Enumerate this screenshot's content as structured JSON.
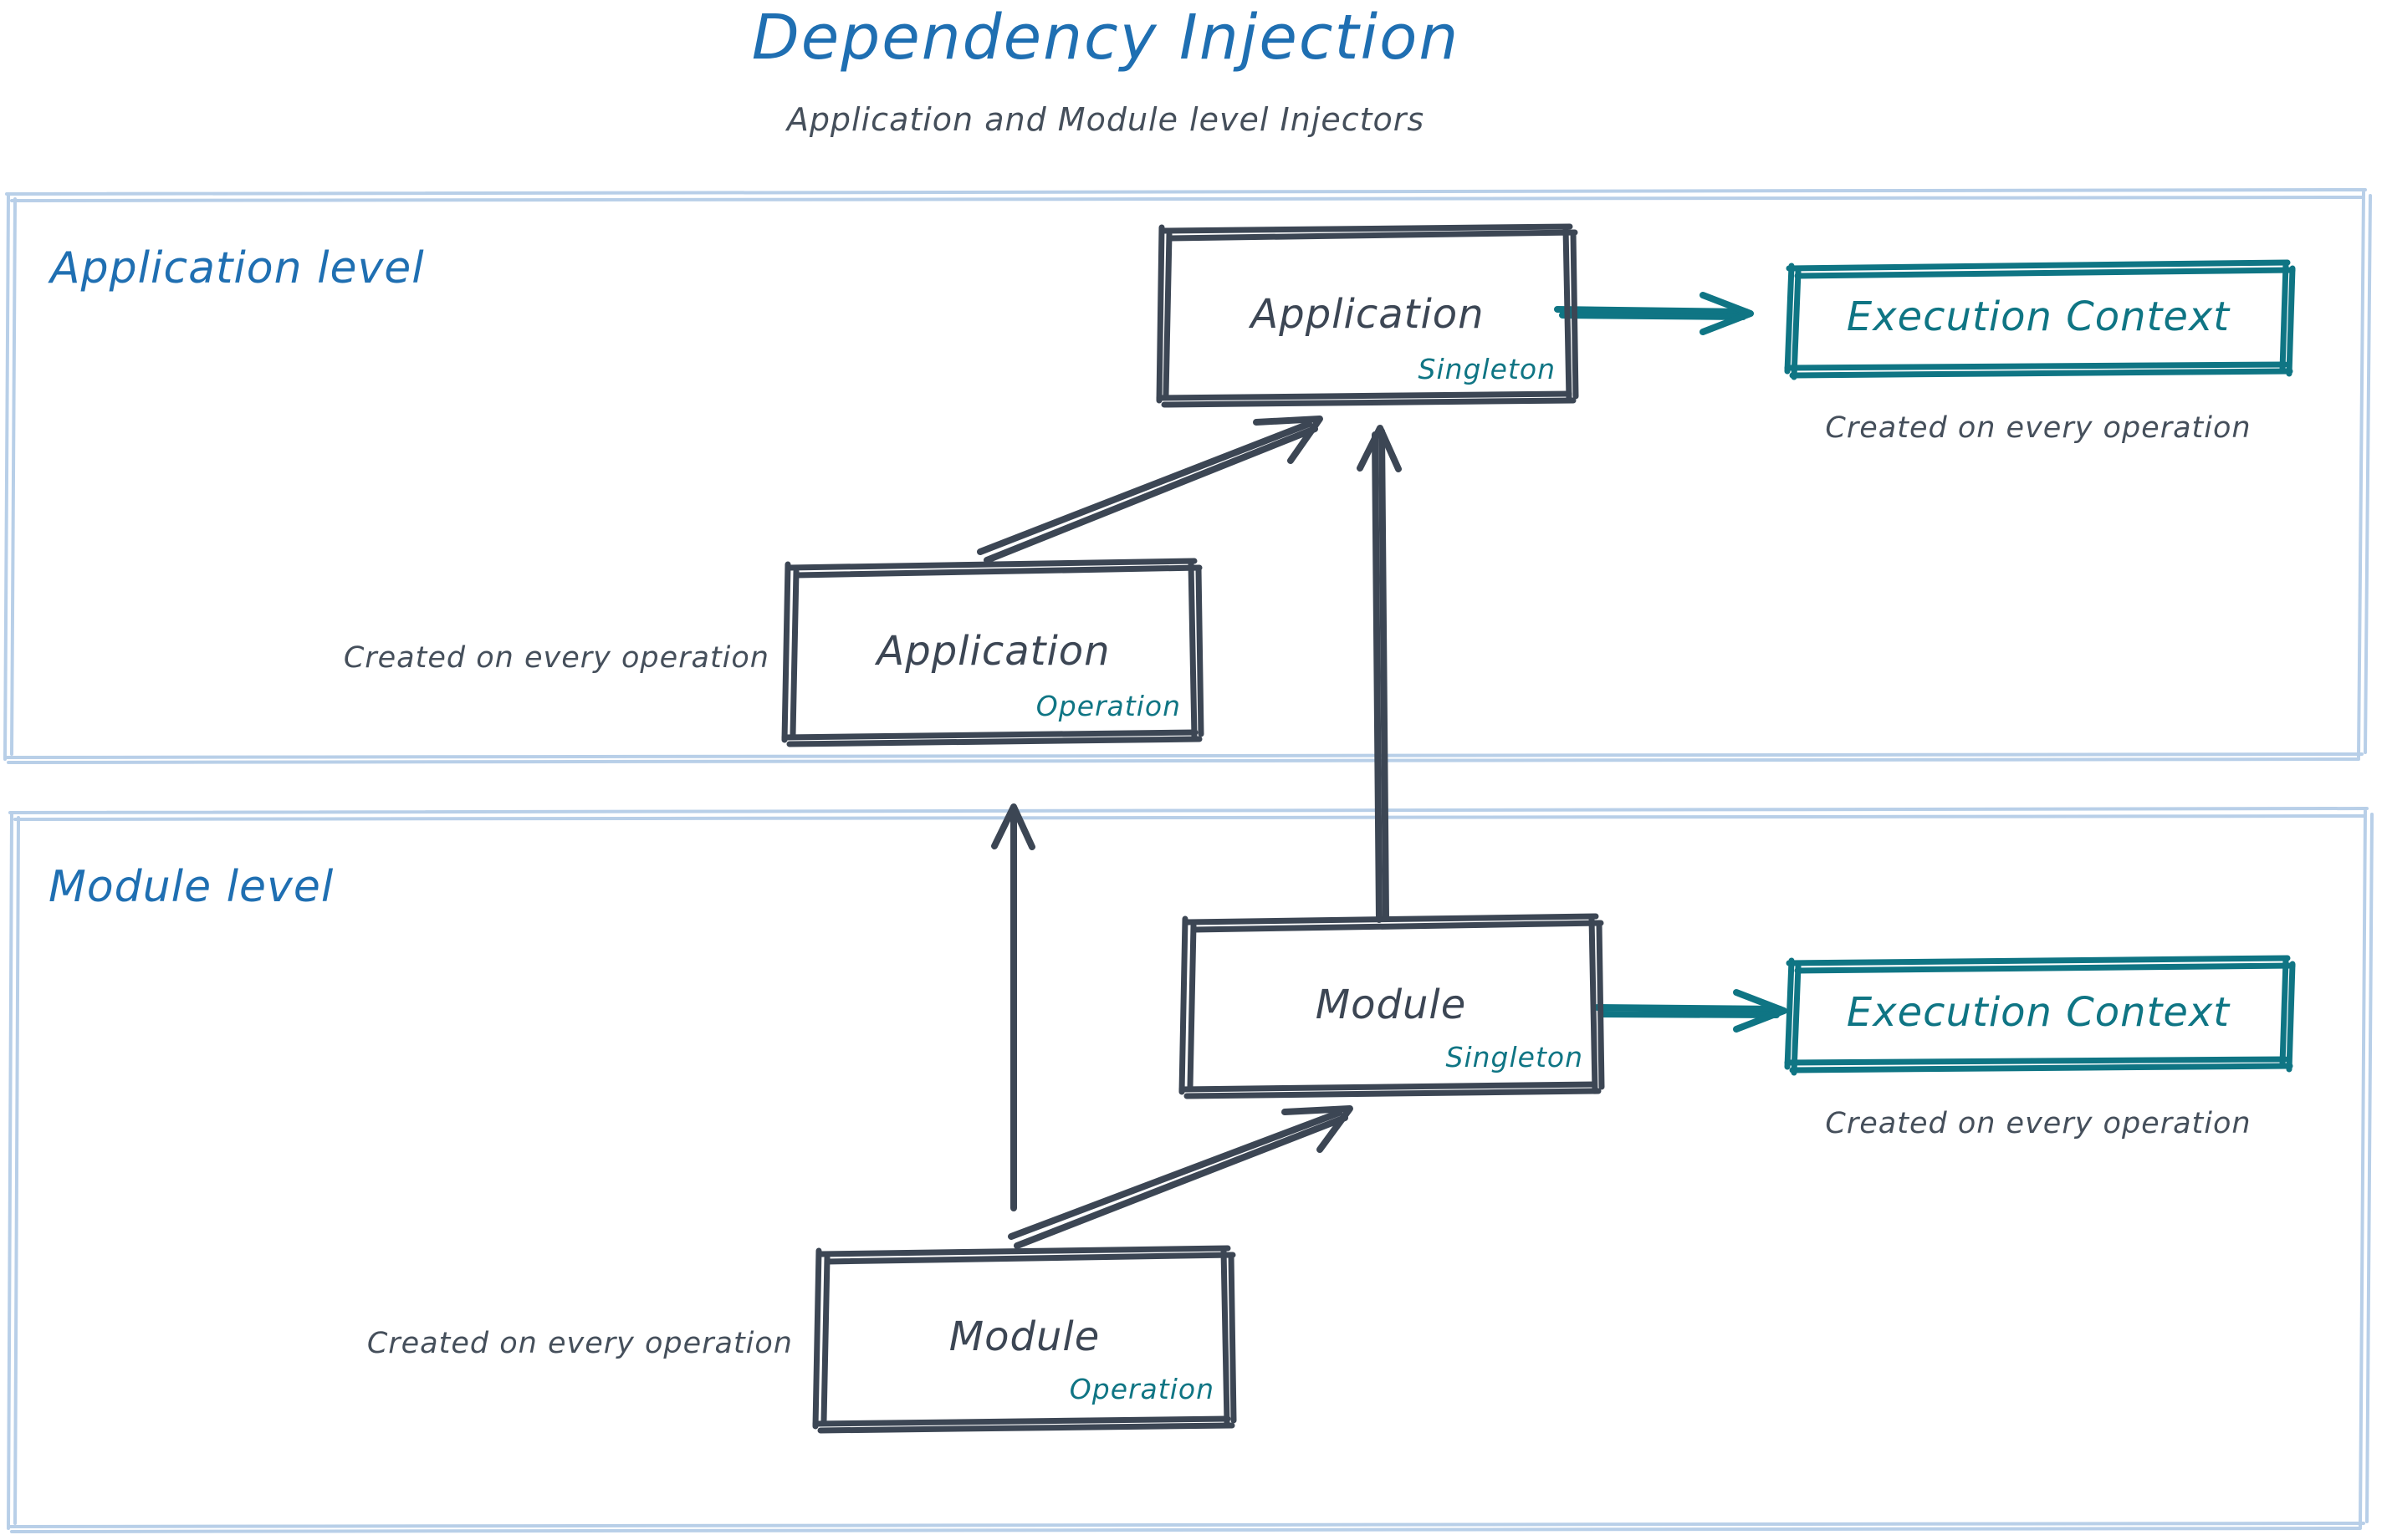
{
  "header": {
    "title": "Dependency Injection",
    "subtitle": "Application and Module level Injectors",
    "title_color": "#1f6fb2",
    "subtitle_color": "#454f5b"
  },
  "colors": {
    "panel_border": "#b8cfe8",
    "box_stroke": "#3c4654",
    "accent_teal": "#0f7584",
    "blue": "#1f6fb2",
    "text_gray": "#454f5b",
    "background": "#ffffff"
  },
  "panels": [
    {
      "id": "application-level",
      "label": "Application level",
      "boxes": [
        {
          "id": "application-singleton",
          "title": "Application",
          "tag": "Singleton",
          "style": "sketch-dark"
        },
        {
          "id": "application-operation",
          "title": "Application",
          "tag": "Operation",
          "style": "sketch-dark"
        },
        {
          "id": "execution-context-application",
          "title": "Execution Context",
          "tag": "",
          "style": "sketch-teal"
        }
      ],
      "captions": [
        {
          "id": "caption-execution-context-application",
          "text": "Created on every operation"
        },
        {
          "id": "caption-application-operation",
          "text": "Created on every operation"
        }
      ]
    },
    {
      "id": "module-level",
      "label": "Module level",
      "boxes": [
        {
          "id": "module-singleton",
          "title": "Module",
          "tag": "Singleton",
          "style": "sketch-dark"
        },
        {
          "id": "module-operation",
          "title": "Module",
          "tag": "Operation",
          "style": "sketch-dark"
        },
        {
          "id": "execution-context-module",
          "title": "Execution Context",
          "tag": "",
          "style": "sketch-teal"
        }
      ],
      "captions": [
        {
          "id": "caption-execution-context-module",
          "text": "Created on every operation"
        },
        {
          "id": "caption-module-operation",
          "text": "Created on every operation"
        }
      ]
    }
  ],
  "edges": [
    {
      "id": "edge-application-to-execution-context",
      "from": "application-singleton",
      "to": "execution-context-application",
      "color": "#0f7584",
      "direction": "right"
    },
    {
      "id": "edge-application-operation-to-application-singleton",
      "from": "application-operation",
      "to": "application-singleton",
      "color": "#3c4654",
      "direction": "diagonal-up-right"
    },
    {
      "id": "edge-module-singleton-to-application-singleton",
      "from": "module-singleton",
      "to": "application-singleton",
      "color": "#3c4654",
      "direction": "up"
    },
    {
      "id": "edge-module-operation-to-application-operation",
      "from": "module-operation",
      "to": "application-operation",
      "color": "#3c4654",
      "direction": "up"
    },
    {
      "id": "edge-module-operation-to-module-singleton",
      "from": "module-operation",
      "to": "module-singleton",
      "color": "#3c4654",
      "direction": "diagonal-up-right"
    },
    {
      "id": "edge-module-to-execution-context",
      "from": "module-singleton",
      "to": "execution-context-module",
      "color": "#0f7584",
      "direction": "right"
    }
  ]
}
